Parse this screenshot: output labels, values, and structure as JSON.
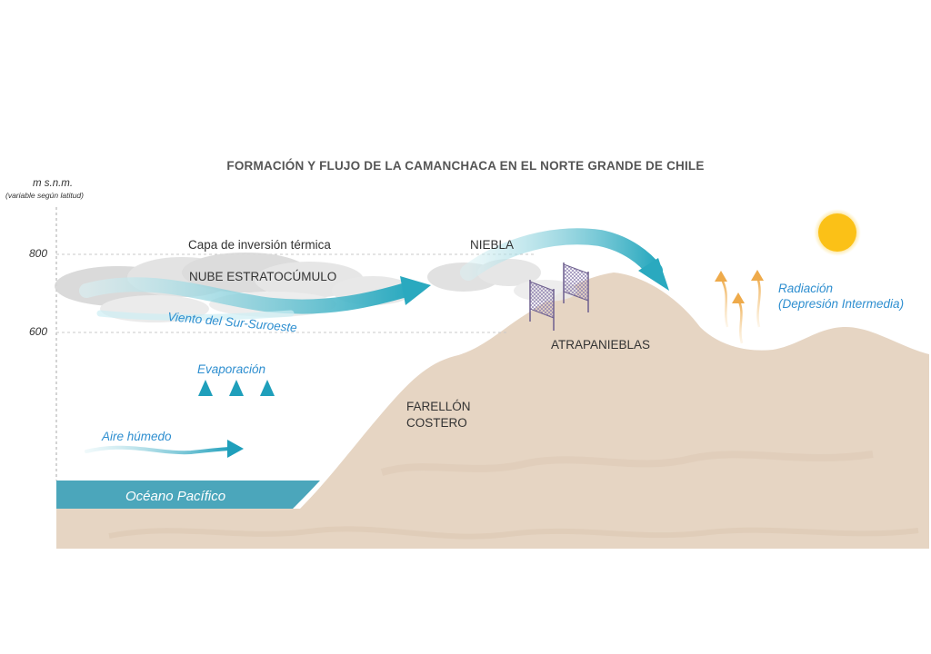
{
  "title": "FORMACIÓN Y FLUJO DE LA CAMANCHACA EN EL NORTE GRANDE DE CHILE",
  "axis": {
    "unit": "m s.n.m.",
    "unit_note": "(variable según latitud)",
    "ticks": [
      "800",
      "600"
    ]
  },
  "labels": {
    "inversion": "Capa de inversión térmica",
    "niebla": "NIEBLA",
    "nube": "NUBE ESTRATOCÚMULO",
    "viento": "Viento del Sur-Suroeste",
    "atrapanieblas": "ATRAPANIEBLAS",
    "radiacion_1": "Radiación",
    "radiacion_2": "(Depresión Intermedia)",
    "evaporacion": "Evaporación",
    "aire": "Aire húmedo",
    "farellon_1": "FARELLÓN",
    "farellon_2": "COSTERO",
    "oceano": "Océano Pacífico"
  },
  "colors": {
    "land": "#e6d5c3",
    "ocean": "#4ba6bb",
    "wind": "#3fb2c6",
    "sun": "#fbc117",
    "radiation": "#eeaa4a",
    "label_blue": "#2f8fd0"
  }
}
